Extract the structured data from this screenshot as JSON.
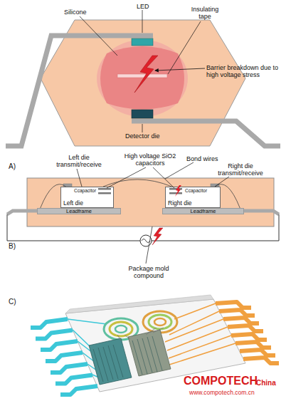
{
  "diagram": {
    "nodes": [
      {
        "text": [
          "Left die"
        ]
      },
      {
        "text": [
          "Right die"
        ]
      },
      {
        "text": [
          "Leadframe"
        ]
      },
      {
        "text": [
          "Leadframe"
        ]
      }
    ],
    "edges": [
      {
        "from": 0,
        "to": 2,
        "arrow": "none"
      },
      {
        "from": 0,
        "to": 1,
        "arrow": "none"
      },
      {
        "from": 1,
        "to": 3,
        "arrow": "none"
      }
    ],
    "labels": [
      "Silicone",
      "LED",
      "Insulating tape",
      "Barrier breakdown due to high voltage stress",
      "Detector die",
      "A)",
      "Left die transmit/receive",
      "High voltage SiO2 capacitors",
      "Bond wires",
      "Right die transmit/receive",
      "Ccapacitor",
      "Ccapacitor",
      "B)",
      "Package mold compound",
      "C)",
      "COMPOTECH",
      "China",
      "www.compotech.com.cn"
    ]
  }
}
